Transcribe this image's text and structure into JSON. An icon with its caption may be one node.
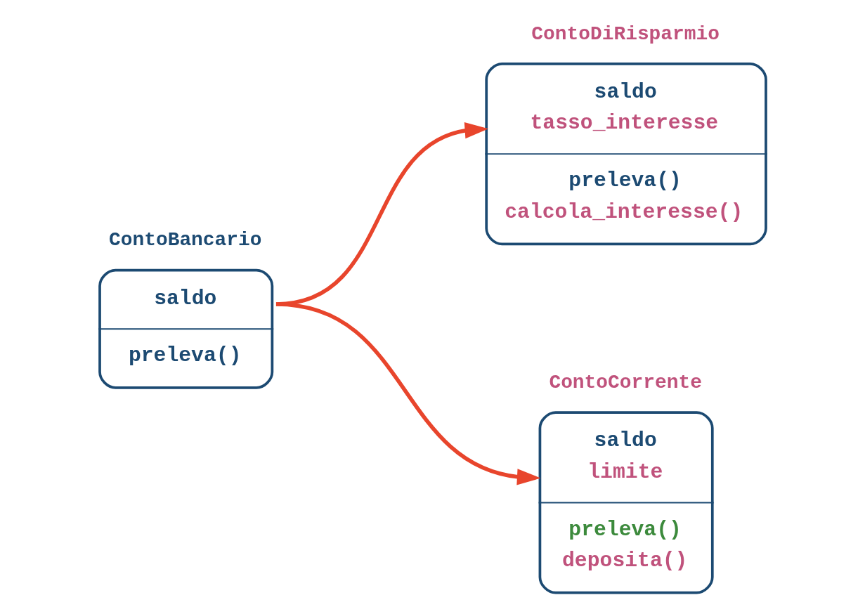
{
  "diagram": {
    "nodes": [
      {
        "text": [
          "ContoBancario",
          "saldo",
          "preleva()"
        ]
      },
      {
        "text": [
          "ContoDiRisparmio",
          "saldo",
          "tasso_interesse",
          "preleva()",
          "calcola_interesse()"
        ]
      },
      {
        "text": [
          "ContoCorrente",
          "saldo",
          "limite",
          "preleva()",
          "deposita()"
        ]
      }
    ],
    "edges": [
      {
        "from": 0,
        "to": 1,
        "arrow": "to"
      },
      {
        "from": 0,
        "to": 2,
        "arrow": "to"
      }
    ]
  }
}
